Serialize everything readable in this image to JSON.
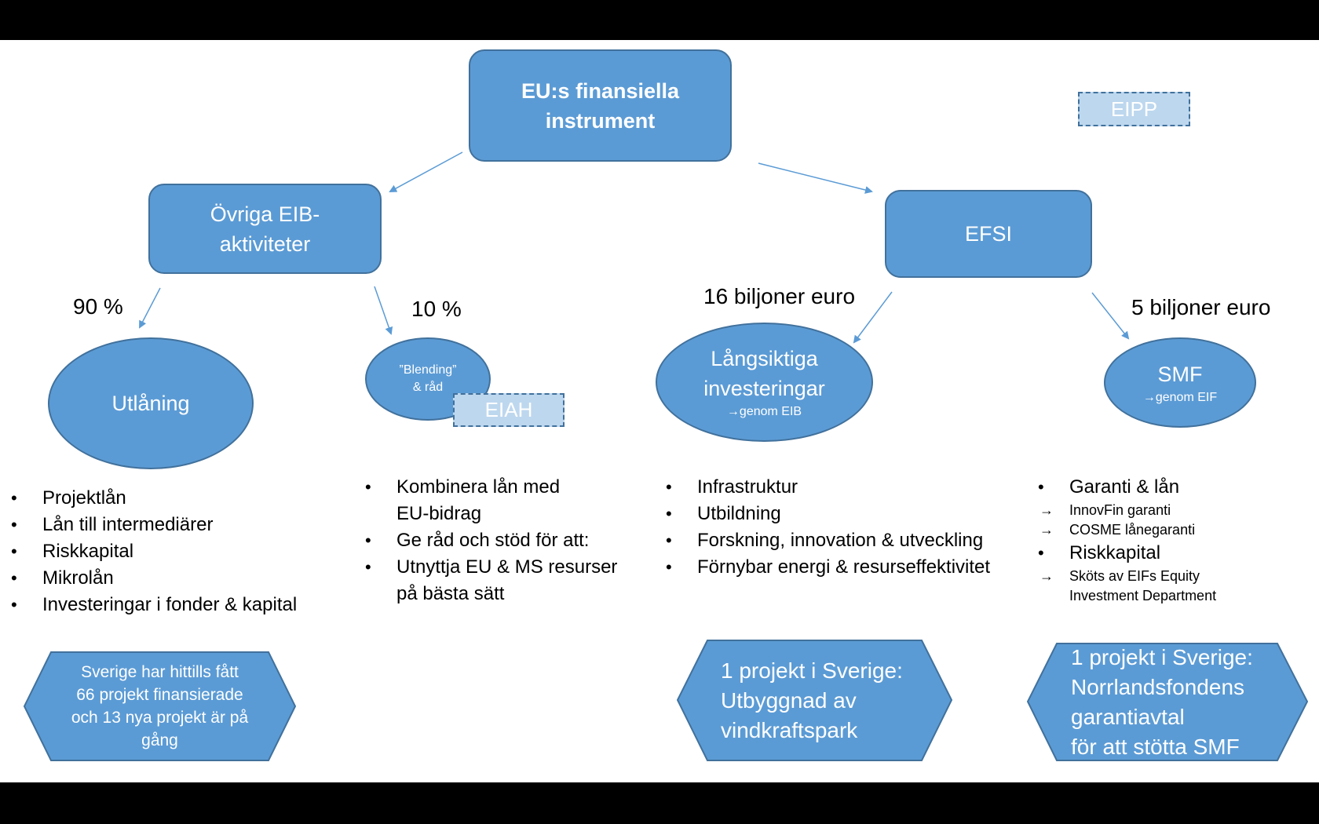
{
  "root": {
    "line1": "EU:s finansiella",
    "line2": "instrument"
  },
  "eipp": "EIPP",
  "eib": {
    "line1": "Övriga EIB-",
    "line2": "aktiviteter"
  },
  "efsi": "EFSI",
  "pct_90": "90 %",
  "pct_10": "10 %",
  "amount_16": "16 biljoner euro",
  "amount_5": "5 biljoner euro",
  "utlaning": "Utlåning",
  "blending": {
    "line1": "”Blending”",
    "line2": "& råd"
  },
  "eiah": "EIAH",
  "langsiktiga": {
    "line1": "Långsiktiga",
    "line2": "investeringar",
    "sub": "genom EIB"
  },
  "smf": {
    "title": "SMF",
    "sub": "genom EIF"
  },
  "list_utlaning": [
    "Projektlån",
    "Lån till intermediärer",
    "Riskkapital",
    "Mikrolån",
    "Investeringar i fonder & kapital"
  ],
  "list_blending": [
    "Kombinera lån med",
    "EU-bidrag",
    "Ge råd och stöd för att:",
    "Utnyttja EU & MS resurser",
    "på bästa sätt"
  ],
  "list_lang": [
    "Infrastruktur",
    "Utbildning",
    "Forskning, innovation & utveckling",
    "Förnybar energi & resurseffektivitet"
  ],
  "list_smf": {
    "garanti": "Garanti & lån",
    "innovfin": "InnovFin garanti",
    "cosme": "COSME lånegaranti",
    "riskkapital": "Riskkapital",
    "skots1": "Sköts av EIFs Equity",
    "skots2": "Investment Department"
  },
  "hex_sverige": {
    "line1": "Sverige har hittills fått",
    "line2": "66 projekt finansierade",
    "line3": "och 13 nya projekt är på",
    "line4": "gång"
  },
  "hex_vind": {
    "line1": "1 projekt i Sverige:",
    "line2": "Utbyggnad av",
    "line3": "vindkraftspark"
  },
  "hex_norr": {
    "line1": "1 projekt i Sverige:",
    "line2": "Norrlandsfondens",
    "line3": "garantiavtal",
    "line4": "för att stötta SMF"
  },
  "colors": {
    "fill": "#5b9bd5",
    "stroke": "#41719c",
    "light": "#bdd7ee",
    "band": "#000000"
  },
  "arrow_glyph": "→"
}
